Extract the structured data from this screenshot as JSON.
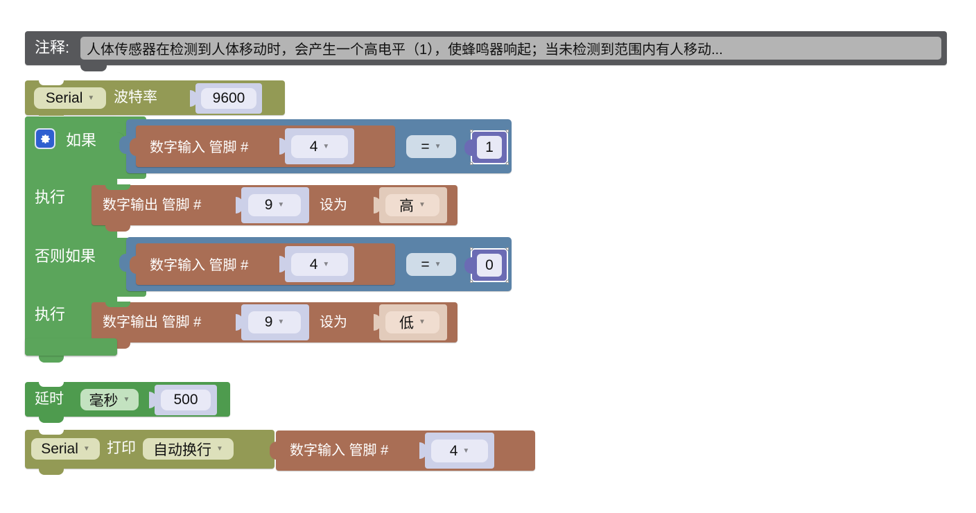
{
  "workspace": {
    "background": "#ffffff"
  },
  "comment_block": {
    "label": "注释:",
    "text": "人体传感器在检测到人体移动时，会产生一个高电平（1），使蜂鸣器响起；当未检测到范围内有人移动...",
    "color": "#57585b"
  },
  "serial_begin_block": {
    "port": "Serial",
    "baud_label": "波特率",
    "baud_value": "9600",
    "color": "#939a55"
  },
  "if_block": {
    "gear_icon": "gear-icon",
    "if_label": "如果",
    "do_label_1": "执行",
    "elseif_label": "否则如果",
    "do_label_2": "执行",
    "color": "#5ba55b",
    "branches": [
      {
        "condition": {
          "left": {
            "text": "数字输入 管脚 #",
            "pin": "4",
            "color": "#a96e55"
          },
          "operator": "=",
          "right": {
            "value": "1",
            "color": "#6b6bb4",
            "selected": true
          },
          "color": "#5b83a8"
        },
        "statement": {
          "text": "数字输出 管脚 #",
          "pin": "9",
          "set_label": "设为",
          "state": "高",
          "color": "#a96e55"
        }
      },
      {
        "condition": {
          "left": {
            "text": "数字输入 管脚 #",
            "pin": "4",
            "color": "#a96e55"
          },
          "operator": "=",
          "right": {
            "value": "0",
            "color": "#6b6bb4",
            "selected": true
          },
          "color": "#5b83a8"
        },
        "statement": {
          "text": "数字输出 管脚 #",
          "pin": "9",
          "set_label": "设为",
          "state": "低",
          "color": "#a96e55"
        }
      }
    ]
  },
  "delay_block": {
    "label": "延时",
    "unit": "毫秒",
    "value": "500",
    "color": "#4e9b4e"
  },
  "serial_print_block": {
    "port": "Serial",
    "print_label": "打印",
    "mode": "自动换行",
    "color": "#939a55",
    "value": {
      "text": "数字输入 管脚 #",
      "pin": "4",
      "color": "#a96e55"
    }
  }
}
